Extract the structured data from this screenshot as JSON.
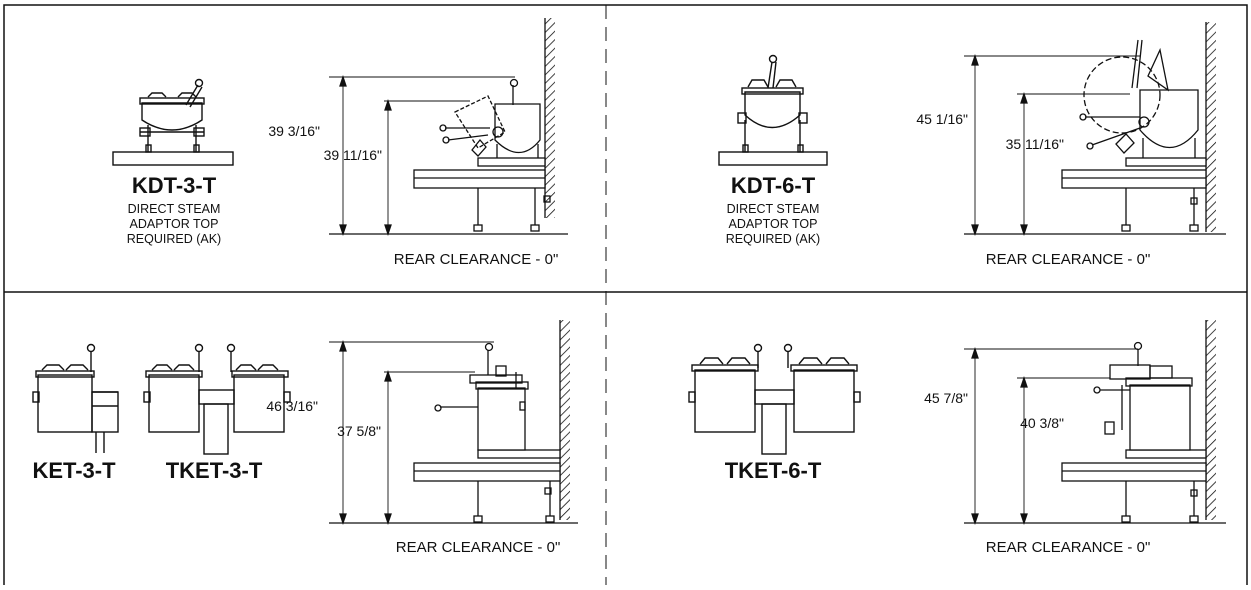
{
  "panels": {
    "top_left": {
      "model": "KDT-3-T",
      "note_lines": [
        "DIRECT STEAM",
        "ADAPTOR TOP",
        "REQUIRED (AK)"
      ],
      "dim_outer": "39 3/16\"",
      "dim_inner": "39 11/16\"",
      "clearance": "REAR CLEARANCE - 0\""
    },
    "top_right": {
      "model": "KDT-6-T",
      "note_lines": [
        "DIRECT STEAM",
        "ADAPTOR TOP",
        "REQUIRED (AK)"
      ],
      "dim_outer": "45 1/16\"",
      "dim_inner": "35 11/16\"",
      "clearance": "REAR CLEARANCE - 0\""
    },
    "bottom_left": {
      "model_a": "KET-3-T",
      "model_b": "TKET-3-T",
      "dim_outer": "46 3/16\"",
      "dim_inner": "37 5/8\"",
      "clearance": "REAR CLEARANCE - 0\""
    },
    "bottom_right": {
      "model": "TKET-6-T",
      "dim_outer": "45 7/8\"",
      "dim_inner": "40 3/8\"",
      "clearance": "REAR CLEARANCE - 0\""
    }
  }
}
